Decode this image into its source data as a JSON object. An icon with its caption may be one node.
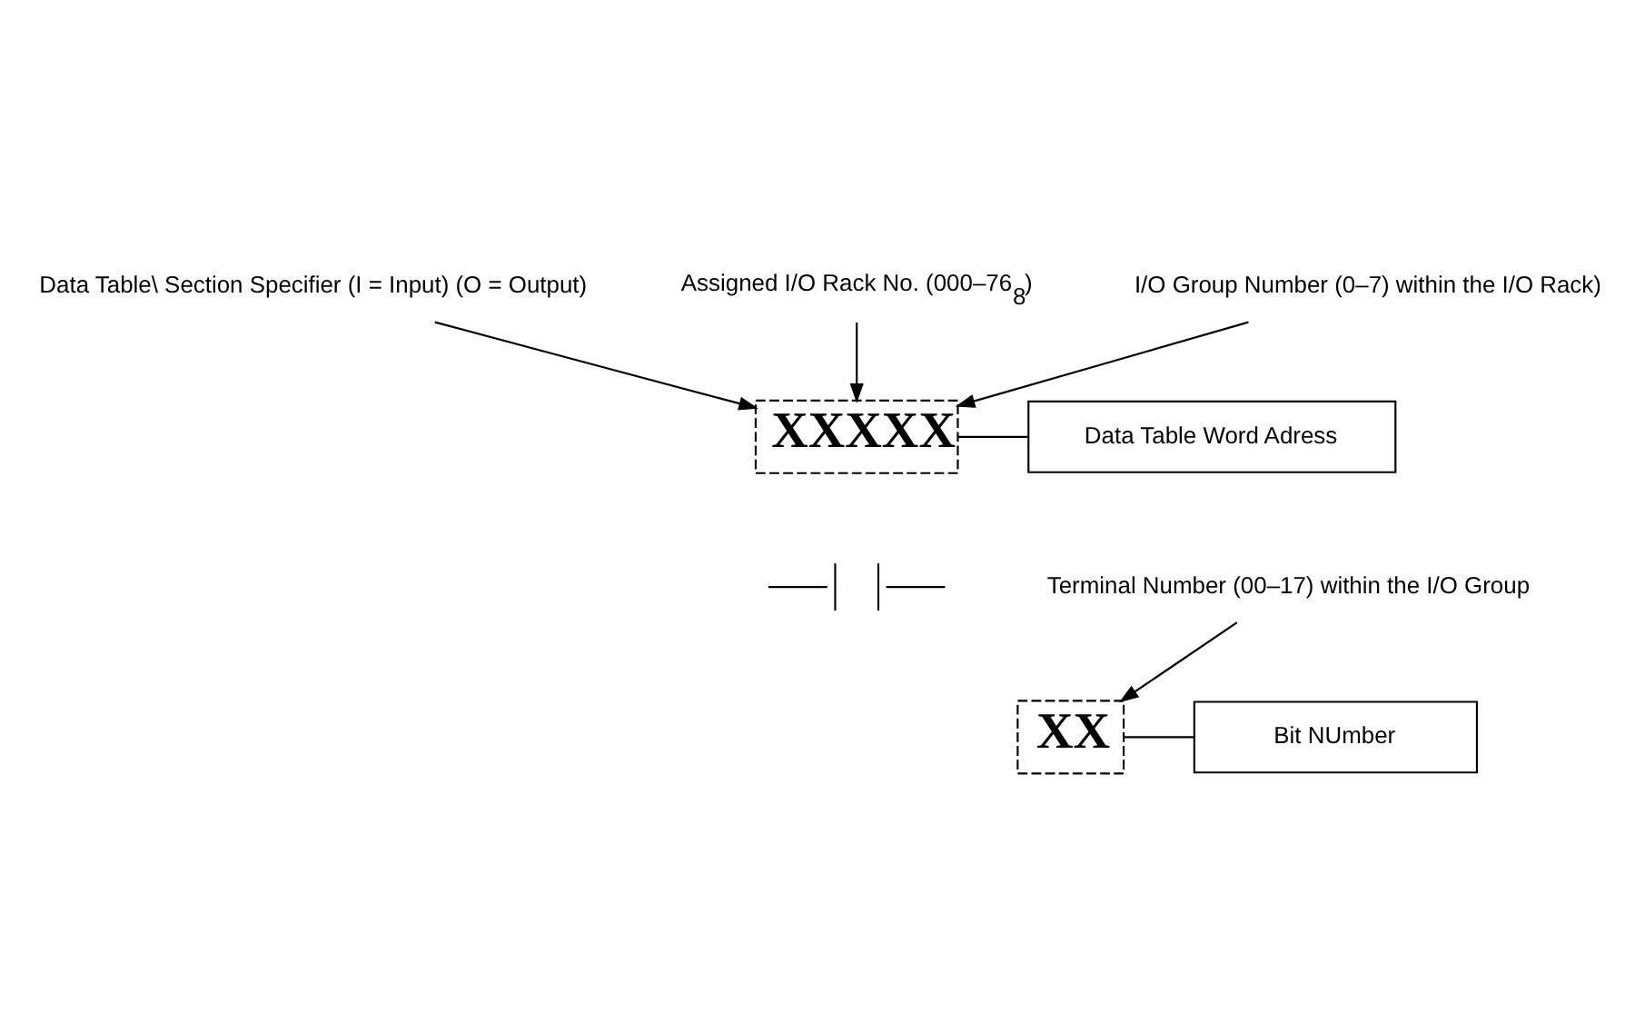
{
  "diagram": {
    "nodes": [
      {
        "text": [
          "Data Table\\ Section Specifier (I = Input) (O = Output)"
        ]
      },
      {
        "text": [
          "Assigned I/O Rack No. (000–76$_{8}$)"
        ]
      },
      {
        "text": [
          "I/O Group Number (0–7) within the I/O Rack)"
        ]
      },
      {
        "text": [
          "XXXXX"
        ]
      },
      {
        "text": [
          "Data Table Word Adress"
        ]
      },
      {
        "text": [],
        "shape": "contact"
      },
      {
        "text": [
          "XX"
        ]
      },
      {
        "text": [
          "Bit NUmber"
        ]
      },
      {
        "text": [
          "Terminal Number (00–17) within the I/O Group"
        ]
      }
    ],
    "edges": [
      {
        "from": 0,
        "to": 3,
        "arrow": "to"
      },
      {
        "from": 1,
        "to": 3,
        "arrow": "to"
      },
      {
        "from": 2,
        "to": 3,
        "arrow": "to"
      },
      {
        "from": 3,
        "to": 4,
        "arrow": "none"
      },
      {
        "from": 6,
        "to": 7,
        "arrow": "none"
      },
      {
        "from": 8,
        "to": 6,
        "arrow": "to"
      }
    ]
  }
}
